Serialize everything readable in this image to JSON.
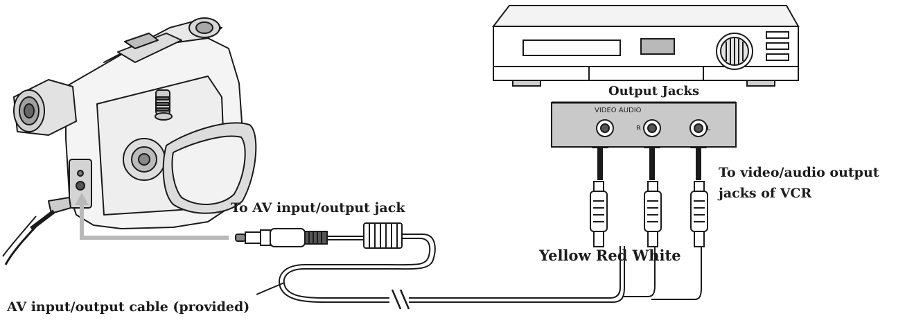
{
  "labels": {
    "output_jacks": "Output Jacks",
    "to_av_jack": "To AV input/output jack",
    "to_vcr_line1": "To video/audio output",
    "to_vcr_line2": "jacks of VCR",
    "colors": "Yellow Red White",
    "cable": "AV input/output cable (provided)"
  },
  "panel": {
    "video_audio": "VIDEO AUDIO",
    "r": "R",
    "l": "L"
  },
  "colors": {
    "line": "#1a1a1a",
    "panel_fill": "#c8c8c8",
    "panel_dark": "#b4b4b4",
    "body_fill": "#ffffff"
  }
}
